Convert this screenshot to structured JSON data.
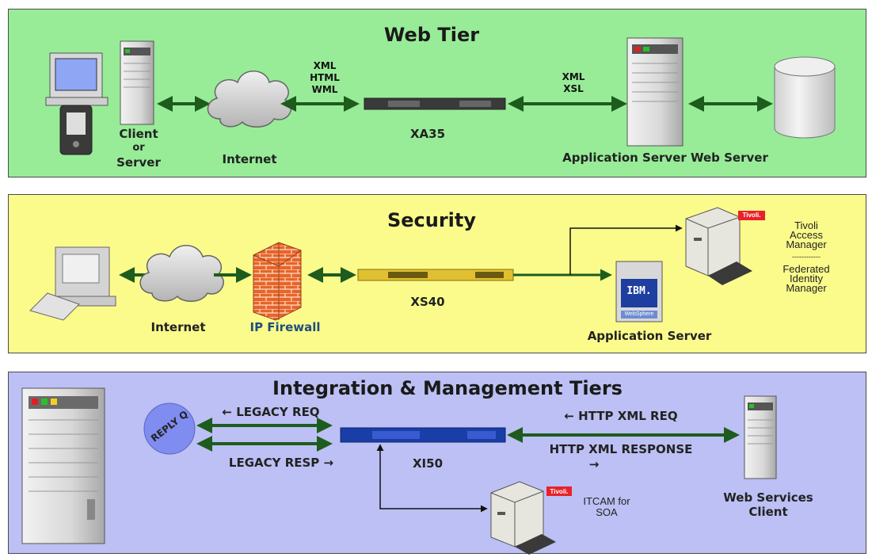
{
  "colors": {
    "web_tier_bg": "#98ec98",
    "security_bg": "#fbfb8c",
    "integration_bg": "#bcc0f4",
    "connector": "#1e5c1e",
    "firewall": "#e8642a",
    "reply_q": "#7f8cf0",
    "tivoli_badge": "#e8222a"
  },
  "web_tier": {
    "title": "Web Tier",
    "client_label_1": "Client",
    "client_label_2": "or",
    "client_label_3": "Server",
    "internet_label": "Internet",
    "protocols_in": [
      "XML",
      "HTML",
      "WML"
    ],
    "appliance_label": "XA35",
    "protocols_out": [
      "XML",
      "XSL"
    ],
    "server_label": "Application Server Web Server"
  },
  "security": {
    "title": "Security",
    "internet_label": "Internet",
    "firewall_label": "IP Firewall",
    "appliance_label": "XS40",
    "app_server_label": "Application Server",
    "ibm_logo_text": "IBM.",
    "websphere_text": "WebSphere",
    "tivoli_badge": "Tivoli.",
    "tam_lines": [
      "Tivoli",
      "Access",
      "Manager"
    ],
    "divider": "------------",
    "fim_lines": [
      "Federated",
      "Identity",
      "Manager"
    ]
  },
  "integration": {
    "title": "Integration & Management Tiers",
    "reply_q": "REPLY Q",
    "legacy_req": "← LEGACY REQ",
    "legacy_resp": "LEGACY RESP →",
    "appliance_label": "XI50",
    "http_req": "← HTTP XML REQ",
    "http_resp": "HTTP XML RESPONSE",
    "http_resp_arrow": "→",
    "tivoli_badge": "Tivoli.",
    "itcam_lines": [
      "ITCAM for",
      "SOA"
    ],
    "client_label_1": "Web Services",
    "client_label_2": "Client"
  }
}
